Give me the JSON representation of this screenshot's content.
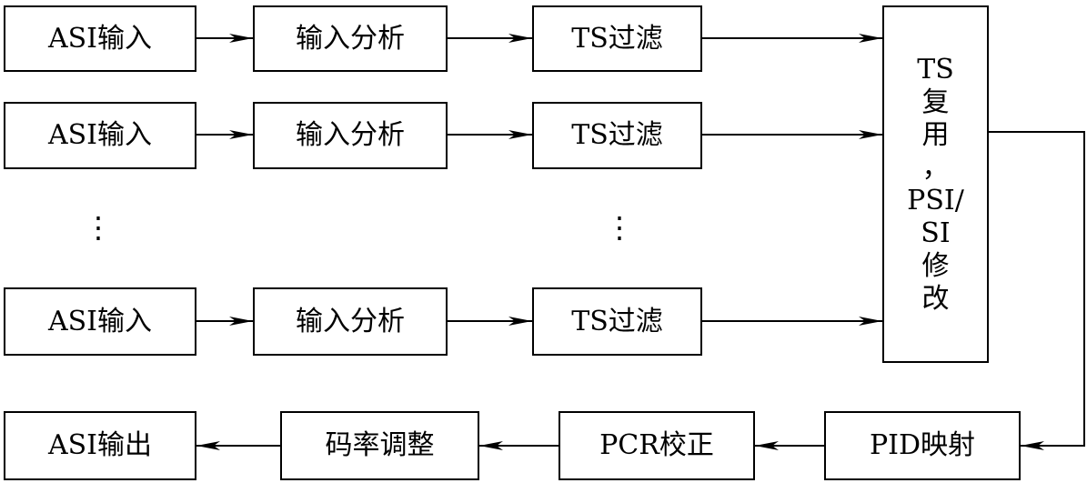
{
  "rows": [
    {
      "input": "ASI输入",
      "analysis": "输入分析",
      "filter": "TS过滤"
    },
    {
      "input": "ASI输入",
      "analysis": "输入分析",
      "filter": "TS过滤"
    },
    {
      "input": "ASI输入",
      "analysis": "输入分析",
      "filter": "TS过滤"
    }
  ],
  "ellipsis": "⋮",
  "mux_lines": [
    "TS",
    "复",
    "用",
    "，",
    "PSI/",
    "SI",
    "修",
    "改"
  ],
  "bottom": {
    "pid_map": "PID映射",
    "pcr_correct": "PCR校正",
    "rate_adjust": "码率调整",
    "asi_output": "ASI输出"
  }
}
